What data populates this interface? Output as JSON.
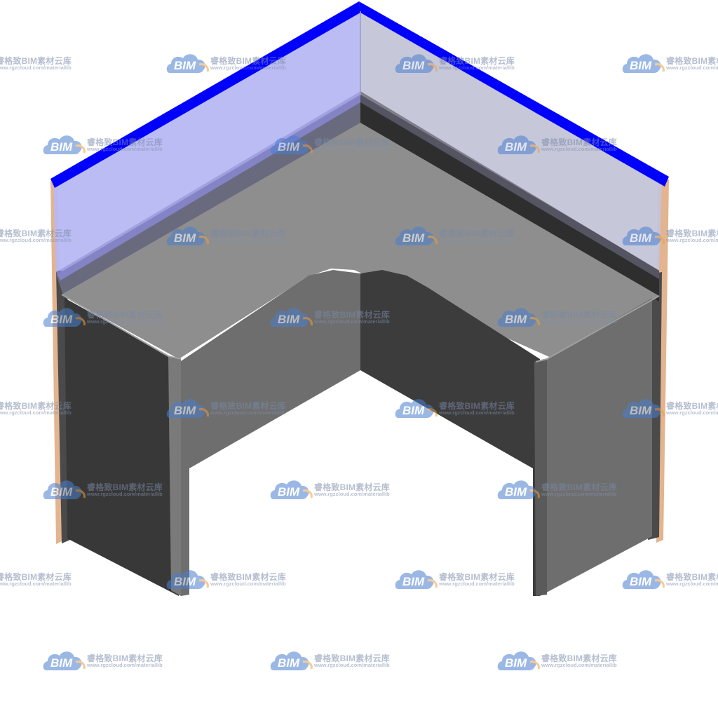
{
  "watermark": {
    "logo_text": "BIM",
    "name": "睿格致BIM素材云库",
    "url": "www.rgzcloud.com/materiallib"
  },
  "colors": {
    "glass_top_edge": "#0000ff",
    "glass_left": "#b8b8f4",
    "glass_right": "#c3c3d8",
    "counter_top": "#8c8c8c",
    "dark_panel": "#3a3a3a",
    "mid_panel": "#6e6e6e",
    "wood_trim": "#e2b48f",
    "logo_blue": "#4a7fd0",
    "logo_orange": "#f0a040"
  }
}
